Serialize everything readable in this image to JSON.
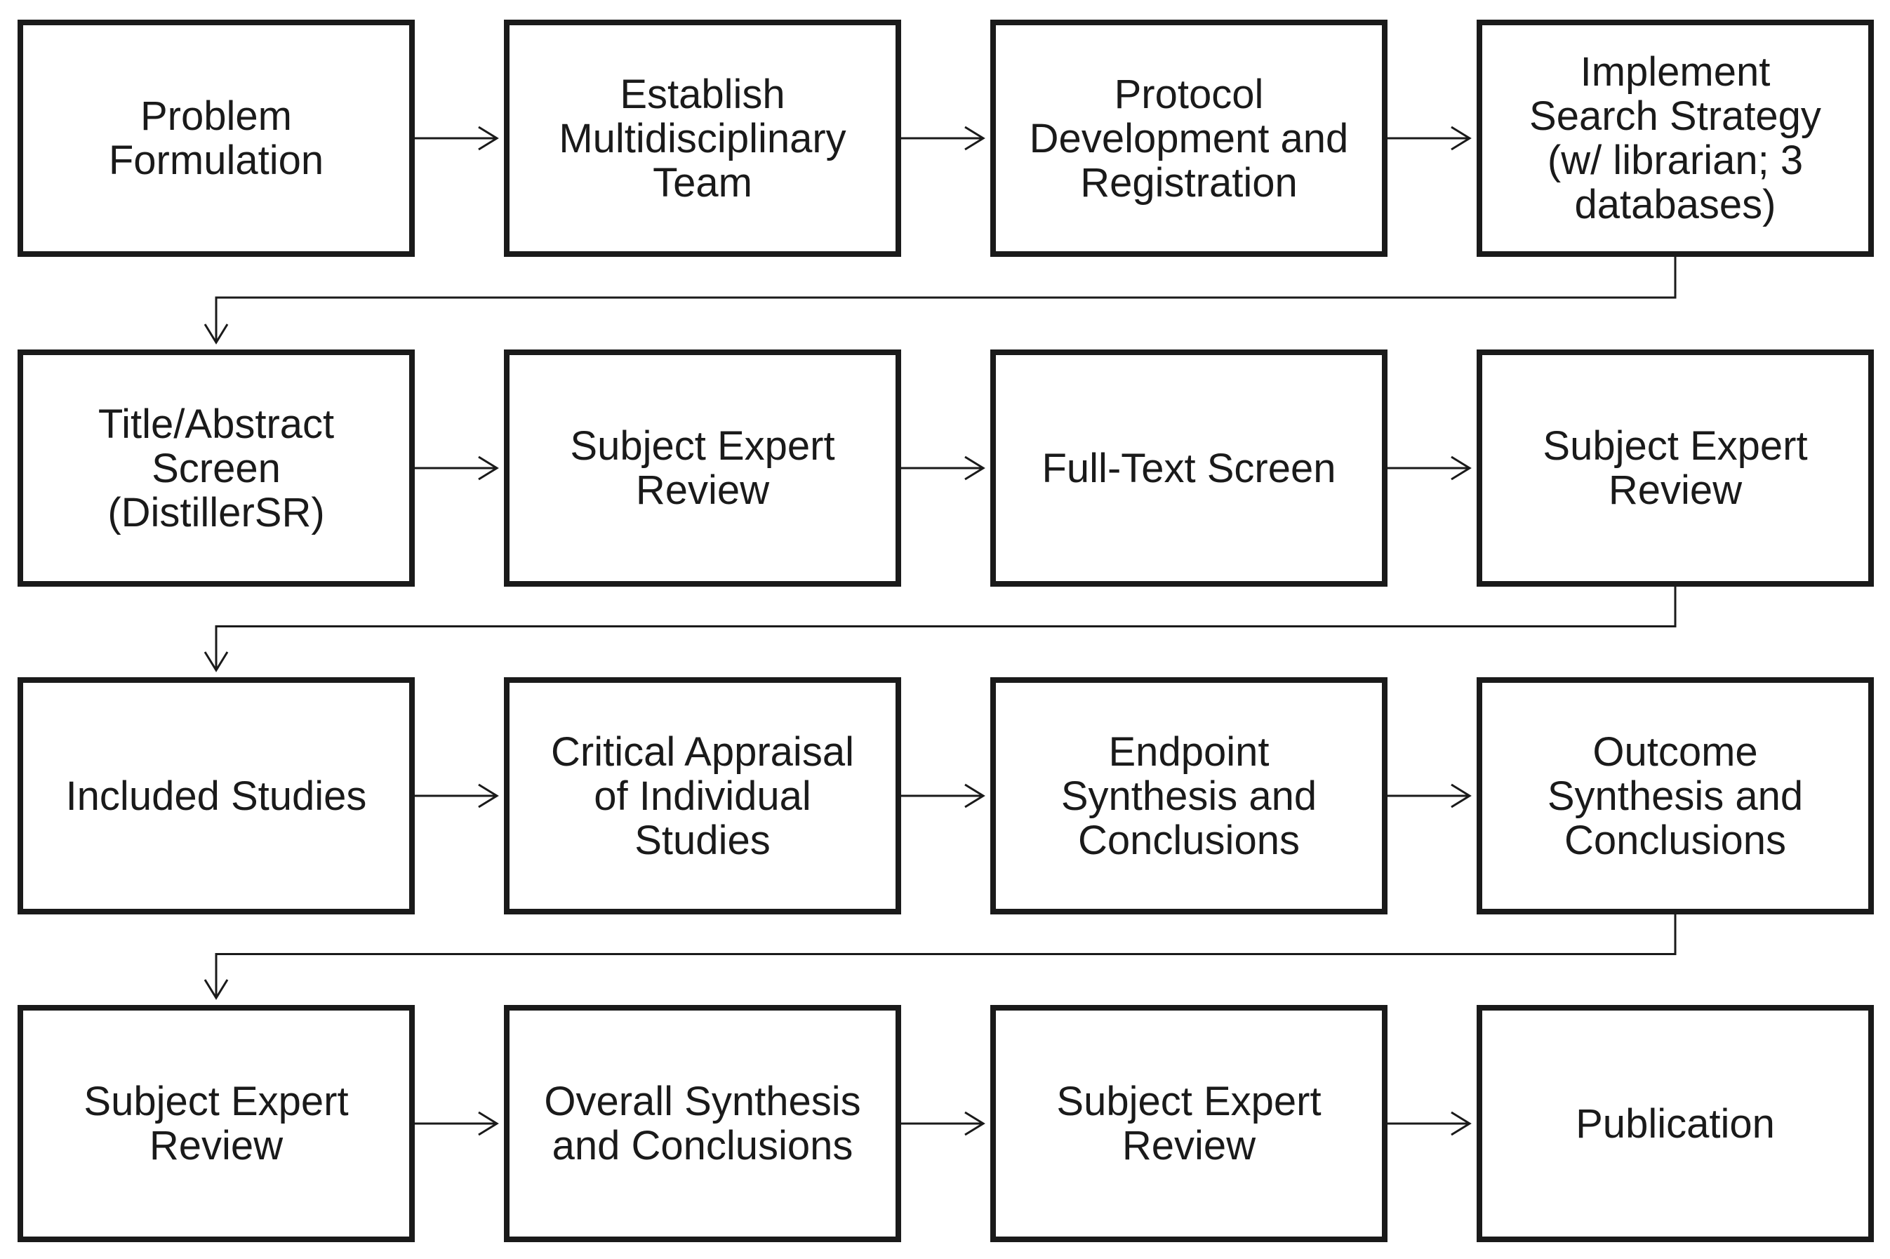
{
  "colors": {
    "box_border": "#1a1a1a",
    "line": "#1a1a1a",
    "background": "#ffffff",
    "text": "#1a1a1a"
  },
  "steps": [
    {
      "label": "Problem\nFormulation"
    },
    {
      "label": "Establish\nMultidisciplinary\nTeam"
    },
    {
      "label": "Protocol\nDevelopment and\nRegistration"
    },
    {
      "label": "Implement\nSearch Strategy\n(w/ librarian; 3\ndatabases)"
    },
    {
      "label": "Title/Abstract\nScreen\n(DistillerSR)"
    },
    {
      "label": "Subject Expert\nReview"
    },
    {
      "label": "Full-Text Screen"
    },
    {
      "label": "Subject Expert\nReview"
    },
    {
      "label": "Included Studies"
    },
    {
      "label": "Critical Appraisal\nof Individual\nStudies"
    },
    {
      "label": "Endpoint\nSynthesis and\nConclusions"
    },
    {
      "label": "Outcome\nSynthesis and\nConclusions"
    },
    {
      "label": "Subject Expert\nReview"
    },
    {
      "label": "Overall Synthesis\nand Conclusions"
    },
    {
      "label": "Subject Expert\nReview"
    },
    {
      "label": "Publication"
    }
  ]
}
